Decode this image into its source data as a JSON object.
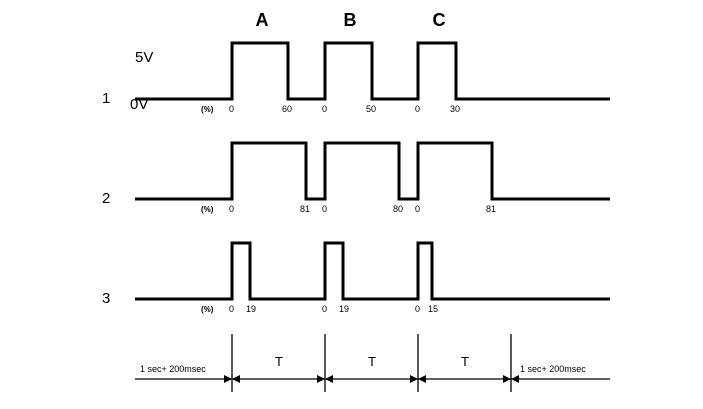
{
  "phases": [
    "A",
    "B",
    "C"
  ],
  "levels": {
    "high": "5V",
    "low": "0V"
  },
  "rows": [
    {
      "label": "1",
      "unit": "(%)",
      "ticks": [
        "0",
        "60",
        "0",
        "50",
        "0",
        "30"
      ]
    },
    {
      "label": "2",
      "unit": "(%)",
      "ticks": [
        "0",
        "81",
        "0",
        "80",
        "0",
        "81"
      ]
    },
    {
      "label": "3",
      "unit": "(%)",
      "ticks": [
        "0",
        "19",
        "0",
        "19",
        "0",
        "15"
      ]
    }
  ],
  "period_label": "T",
  "timing_note": "1 sec+ 200msec"
}
